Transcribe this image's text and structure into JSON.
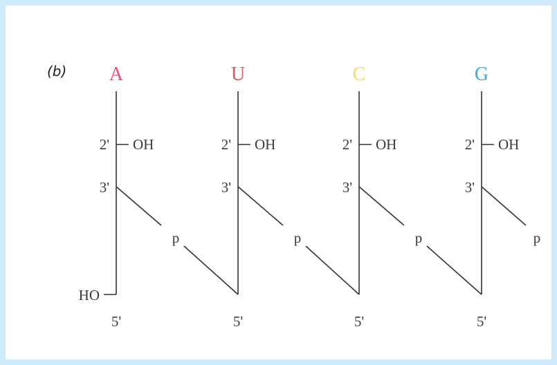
{
  "panel_label": "(b)",
  "nucleotides": [
    {
      "base": "A",
      "color": "#e8507a",
      "c2": "2'",
      "oh": "OH",
      "c3": "3'",
      "p": "p",
      "c5": "5'"
    },
    {
      "base": "U",
      "color": "#e8505a",
      "c2": "2'",
      "oh": "OH",
      "c3": "3'",
      "p": "p",
      "c5": "5'"
    },
    {
      "base": "C",
      "color": "#f5dc5a",
      "c2": "2'",
      "oh": "OH",
      "c3": "3'",
      "p": "p",
      "c5": "5'"
    },
    {
      "base": "G",
      "color": "#3fa8dc",
      "c2": "2'",
      "oh": "OH",
      "c3": "3'",
      "p": "p",
      "c5": "5'"
    }
  ],
  "ho_label": "HO"
}
